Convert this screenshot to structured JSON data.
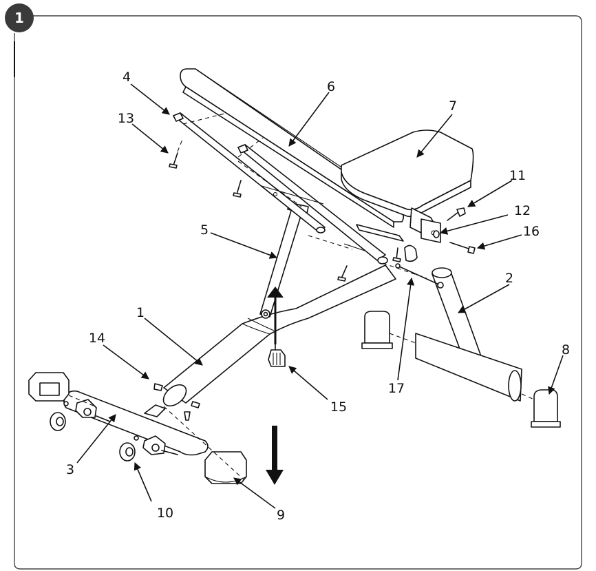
{
  "step": {
    "number": "1"
  },
  "parts": [
    {
      "id": "label-1",
      "text": "1"
    },
    {
      "id": "label-2",
      "text": "2"
    },
    {
      "id": "label-3",
      "text": "3"
    },
    {
      "id": "label-4",
      "text": "4"
    },
    {
      "id": "label-5",
      "text": "5"
    },
    {
      "id": "label-6",
      "text": "6"
    },
    {
      "id": "label-7",
      "text": "7"
    },
    {
      "id": "label-8",
      "text": "8"
    },
    {
      "id": "label-9",
      "text": "9"
    },
    {
      "id": "label-10",
      "text": "10"
    },
    {
      "id": "label-11",
      "text": "11"
    },
    {
      "id": "label-12",
      "text": "12"
    },
    {
      "id": "label-13",
      "text": "13"
    },
    {
      "id": "label-14",
      "text": "14"
    },
    {
      "id": "label-15",
      "text": "15"
    },
    {
      "id": "label-16",
      "text": "16"
    },
    {
      "id": "label-17",
      "text": "17"
    }
  ],
  "colors": {
    "line": "#111111",
    "badge": "#3a3a3a",
    "frame": "#444444",
    "background": "#ffffff"
  }
}
